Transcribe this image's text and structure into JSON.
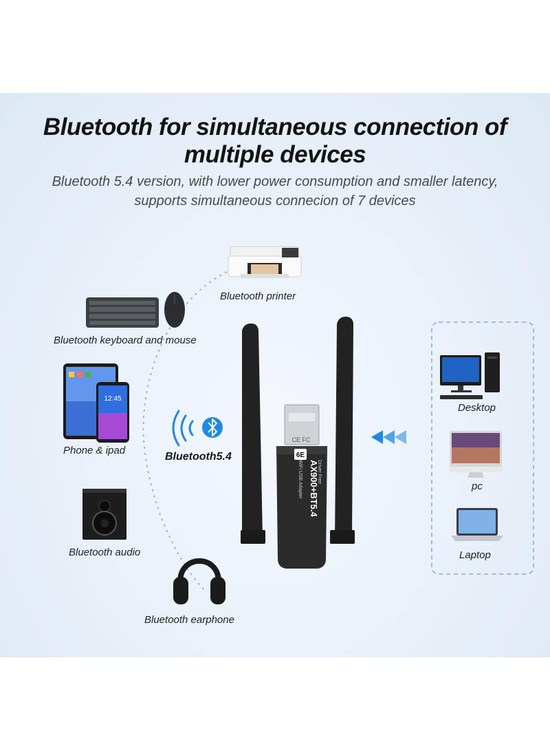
{
  "heading": {
    "line1": "Bluetooth for simultaneous connection of",
    "line2": "multiple devices"
  },
  "subheading": {
    "line1": "Bluetooth 5.4 version, with lower power consumption and smaller latency,",
    "line2": "supports simultaneous connecion of 7 devices"
  },
  "left_devices": [
    {
      "label": "Bluetooth printer",
      "icon": "printer-icon"
    },
    {
      "label": "Bluetooth keyboard and mouse",
      "icon": "keyboard-mouse-icon"
    },
    {
      "label": "Phone & ipad",
      "icon": "phone-tablet-icon"
    },
    {
      "label": "Bluetooth audio",
      "icon": "speaker-icon"
    },
    {
      "label": "Bluetooth earphone",
      "icon": "headphones-icon"
    }
  ],
  "right_devices": [
    {
      "label": "Desktop",
      "icon": "desktop-icon"
    },
    {
      "label": "pc",
      "icon": "imac-icon"
    },
    {
      "label": "Laptop",
      "icon": "laptop-icon"
    }
  ],
  "bluetooth_label": "Bluetooth5.4",
  "adapter": {
    "model_text": "AX900+BT5.4",
    "sub_text": "WiFi USB Adapter",
    "driver_text": "Driver Free",
    "badge": "6E"
  },
  "colors": {
    "accent_blue": "#1e88e5",
    "dash_color": "#9ab4d0"
  }
}
